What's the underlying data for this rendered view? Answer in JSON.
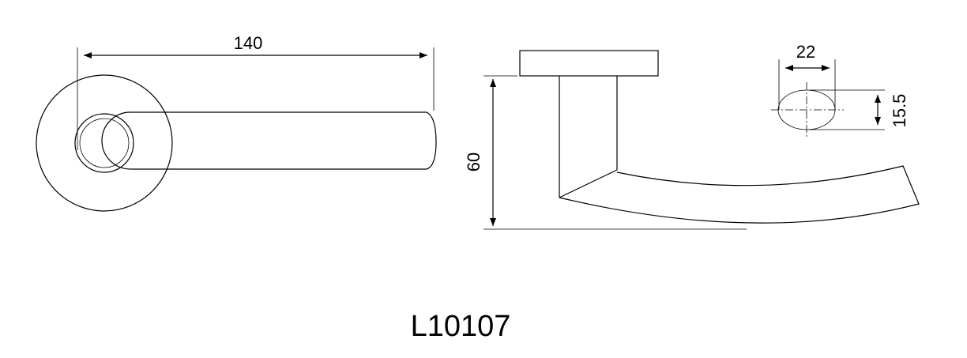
{
  "model": "L10107",
  "dimensions": {
    "length": "140",
    "height": "60",
    "width": "22",
    "thickness": "15.5"
  }
}
